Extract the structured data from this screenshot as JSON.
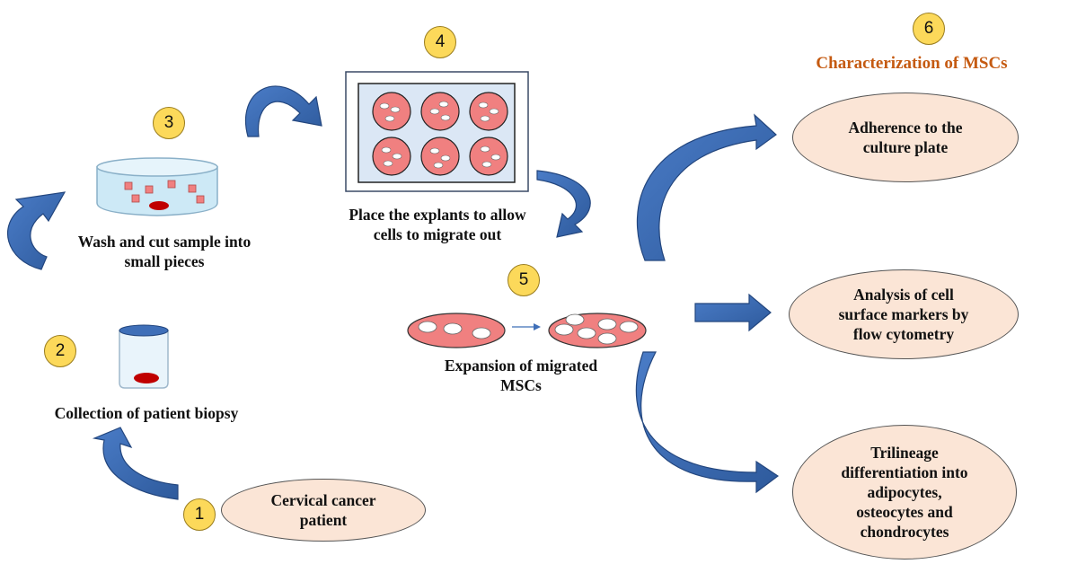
{
  "colors": {
    "arrow": "#3f6fb8",
    "arrow_dark": "#23467e",
    "badge": "#fcd95a",
    "oval_fill": "#fbe5d6",
    "explant": "#f08080",
    "title": "#c55a11"
  },
  "steps": [
    {
      "number": "1",
      "label": "Cervical cancer patient",
      "label_lines": [
        "Cervical cancer",
        "patient"
      ]
    },
    {
      "number": "2",
      "label": "Collection of patient biopsy"
    },
    {
      "number": "3",
      "label_lines": [
        "Wash and cut sample into",
        "small pieces"
      ]
    },
    {
      "number": "4",
      "label_lines": [
        "Place the explants to allow",
        "cells to migrate out"
      ]
    },
    {
      "number": "5",
      "label_lines": [
        "Expansion of migrated",
        "MSCs"
      ]
    },
    {
      "number": "6",
      "title": "Characterization of MSCs"
    }
  ],
  "characterization": [
    {
      "lines": [
        "Adherence to the",
        "culture plate"
      ]
    },
    {
      "lines": [
        "Analysis of cell",
        "surface markers by",
        "flow cytometry"
      ]
    },
    {
      "lines": [
        "Trilineage",
        "differentiation into",
        "adipocytes,",
        "osteocytes and",
        "chondrocytes"
      ]
    }
  ],
  "icons": [
    "patient-oval",
    "biopsy-tube-icon",
    "petri-dish-icon",
    "six-well-plate-icon",
    "expansion-dish-icon",
    "curved-arrow-icon",
    "straight-arrow-icon"
  ]
}
